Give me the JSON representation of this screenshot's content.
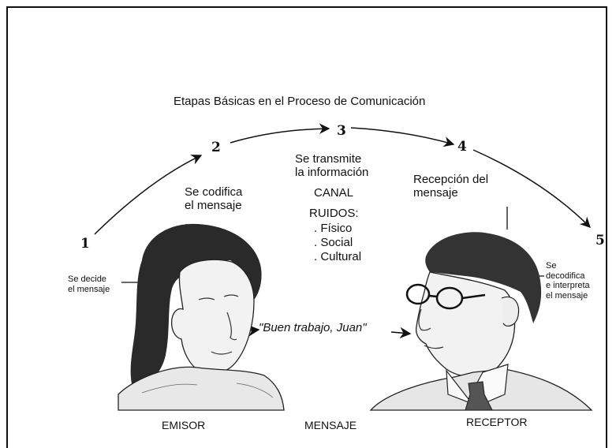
{
  "title": "Etapas Básicas en el Proceso de Comunicación",
  "steps": {
    "n1": "1",
    "n2": "2",
    "n3": "3",
    "n4": "4",
    "n5": "5"
  },
  "stage1": [
    "Se decide",
    "el mensaje"
  ],
  "stage2": [
    "Se codifica",
    "el mensaje"
  ],
  "stage3": [
    "Se transmite",
    "la información"
  ],
  "canal": "CANAL",
  "ruidos": "RUIDOS:",
  "noise_items": [
    ". Físico",
    ". Social",
    ". Cultural"
  ],
  "stage4": [
    "Recepción del",
    "mensaje"
  ],
  "stage5": [
    "Se",
    "decodifica",
    "e interpreta",
    "el mensaje"
  ],
  "quote": "\"Buen trabajo, Juan\"",
  "labels": {
    "emisor": "EMISOR",
    "mensaje": "MENSAJE",
    "receptor": "RECEPTOR"
  }
}
